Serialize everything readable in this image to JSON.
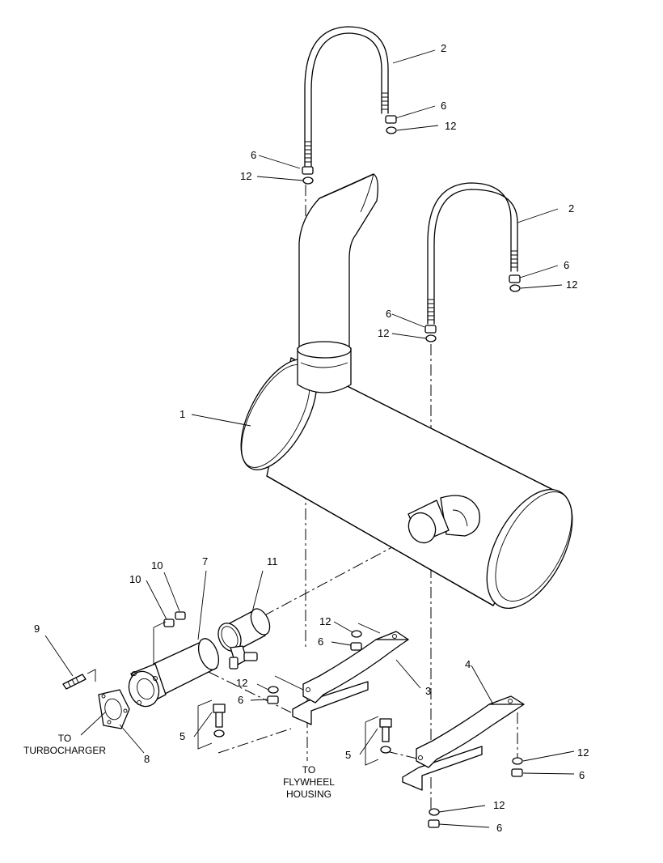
{
  "callouts": {
    "c1": "1",
    "c2a": "2",
    "c2b": "2",
    "c3": "3",
    "c4": "4",
    "c5a": "5",
    "c5b": "5",
    "c6a": "6",
    "c6b": "6",
    "c6c": "6",
    "c6d": "6",
    "c6e": "6",
    "c6f": "6",
    "c6g": "6",
    "c6h": "6",
    "c7": "7",
    "c8": "8",
    "c9": "9",
    "c10a": "10",
    "c10b": "10",
    "c11": "11",
    "c12a": "12",
    "c12b": "12",
    "c12c": "12",
    "c12d": "12",
    "c12e": "12",
    "c12f": "12",
    "c12g": "12",
    "c12h": "12"
  },
  "notes": {
    "turbo_line1": "TO",
    "turbo_line2": "TURBOCHARGER",
    "fly_line1": "TO",
    "fly_line2": "FLYWHEEL",
    "fly_line3": "HOUSING"
  }
}
